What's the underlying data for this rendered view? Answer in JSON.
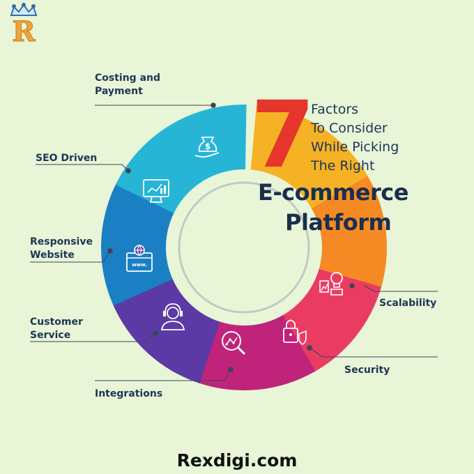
{
  "brand": {
    "logo_letter": "R",
    "footer": "Rexdigi.com"
  },
  "title": {
    "number": "7",
    "line1": "Factors",
    "line2": "To Consider",
    "line3": "While Picking",
    "line4": "The Right",
    "heading1": "E-commerce",
    "heading2": "Platform"
  },
  "factors": [
    {
      "label_lines": [
        "Costing and",
        "Payment"
      ],
      "icon": "money-bag-hand-icon",
      "color": "#27b5d6"
    },
    {
      "label_lines": [
        "SEO Driven"
      ],
      "icon": "seo-monitor-icon",
      "color": "#1b7fc4"
    },
    {
      "label_lines": [
        "Responsive",
        "Website"
      ],
      "icon": "web-browser-icon",
      "color": "#5c3aa6"
    },
    {
      "label_lines": [
        "Customer",
        "Service"
      ],
      "icon": "headset-agent-icon",
      "color": "#c0237a"
    },
    {
      "label_lines": [
        "Integrations"
      ],
      "icon": "magnifier-chart-icon",
      "color": "#ea3c62"
    },
    {
      "label_lines": [
        "Security"
      ],
      "icon": "padlock-shield-icon",
      "color": "#f58a24"
    },
    {
      "label_lines": [
        "Scalability"
      ],
      "icon": "lightbulb-growth-icon",
      "color": "#f6b225"
    }
  ]
}
